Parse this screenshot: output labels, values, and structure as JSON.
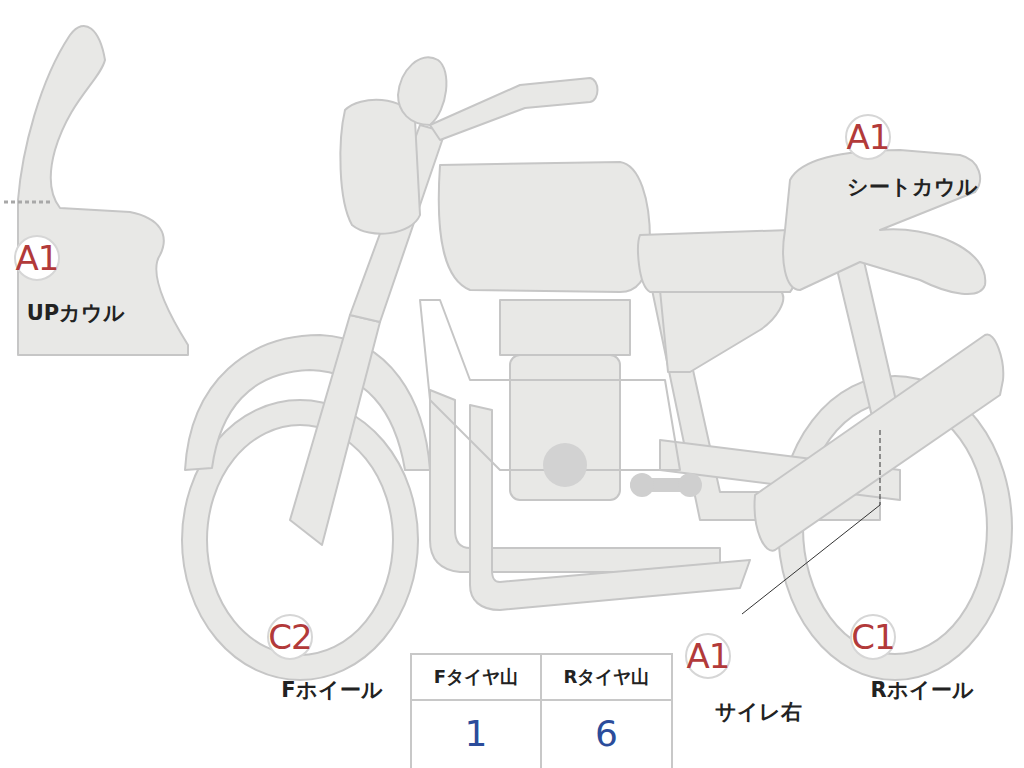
{
  "diagram": {
    "nodes": [
      {
        "text": [
          "A1",
          "UPカウル"
        ]
      },
      {
        "text": [
          "A1",
          "シートカウル"
        ]
      },
      {
        "text": [
          "C2",
          "Fホイール"
        ]
      },
      {
        "text": [
          "A1",
          "サイレ右"
        ]
      },
      {
        "text": [
          "C1",
          "Rホイール"
        ]
      }
    ],
    "labels": [
      "Fタイヤ山",
      "Rタイヤ山",
      "1",
      "6"
    ]
  }
}
